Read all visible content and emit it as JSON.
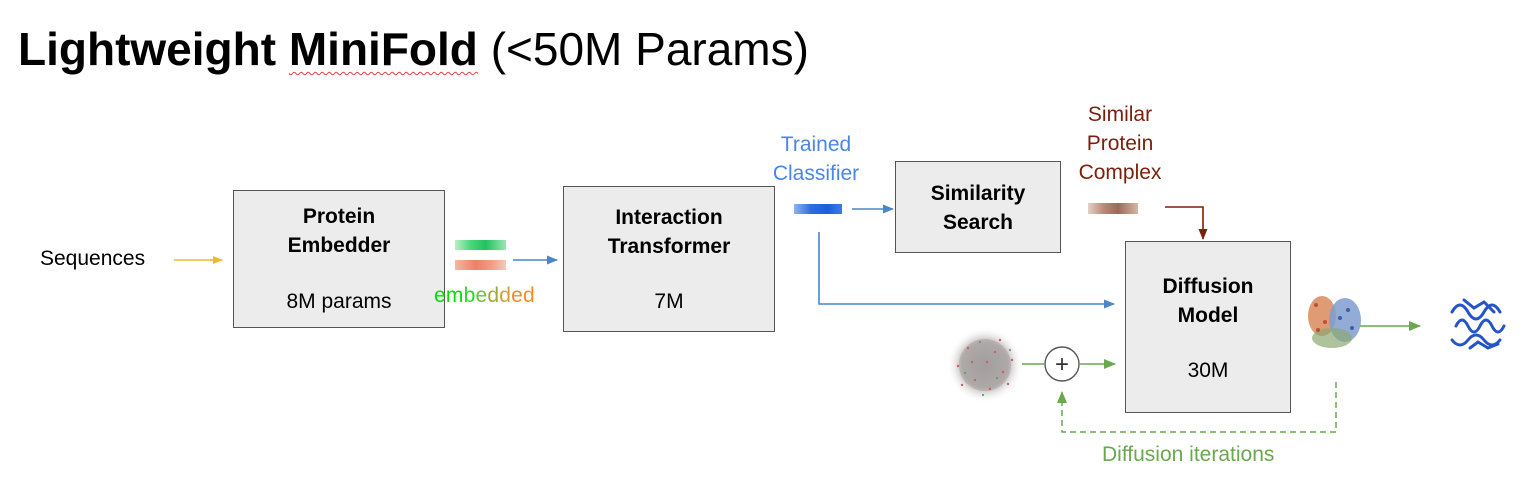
{
  "title": {
    "bold_part1": "Lightweight",
    "bold_part2": "MiniFold",
    "normal_part": "(<50M Params)"
  },
  "input_label": "Sequences",
  "boxes": {
    "embedder": {
      "title_line1": "Protein",
      "title_line2": "Embedder",
      "size": "8M params"
    },
    "transformer": {
      "title_line1": "Interaction",
      "title_line2": "Transformer",
      "size": "7M"
    },
    "similarity": {
      "title_line1": "Similarity",
      "title_line2": "Search"
    },
    "diffusion": {
      "title_line1": "Diffusion",
      "title_line2": "Model",
      "size": "30M"
    }
  },
  "embedded_label": [
    "e",
    "m",
    "b",
    "e",
    "d",
    "d",
    "e",
    "d"
  ],
  "classifier_label": {
    "line1": "Trained",
    "line2": "Classifier"
  },
  "complex_label": {
    "line1": "Similar",
    "line2": "Protein",
    "line3": "Complex"
  },
  "plus_symbol": "+",
  "iterations_label": "Diffusion iterations",
  "colors": {
    "yellow_arrow": "#f0b92c",
    "blue_arrow": "#4a86c8",
    "blue_text": "#4a86e8",
    "brown": "#7a1f0c",
    "green": "#6aa84f",
    "embedded_letters": [
      "#00e000",
      "#00e000",
      "#28d828",
      "#6cc040",
      "#a0a838",
      "#d0a030",
      "#f08c30",
      "#ff8c1a"
    ]
  },
  "icons": [
    "noise-cloud-icon",
    "predicted-structure-icon",
    "final-structure-icon"
  ]
}
